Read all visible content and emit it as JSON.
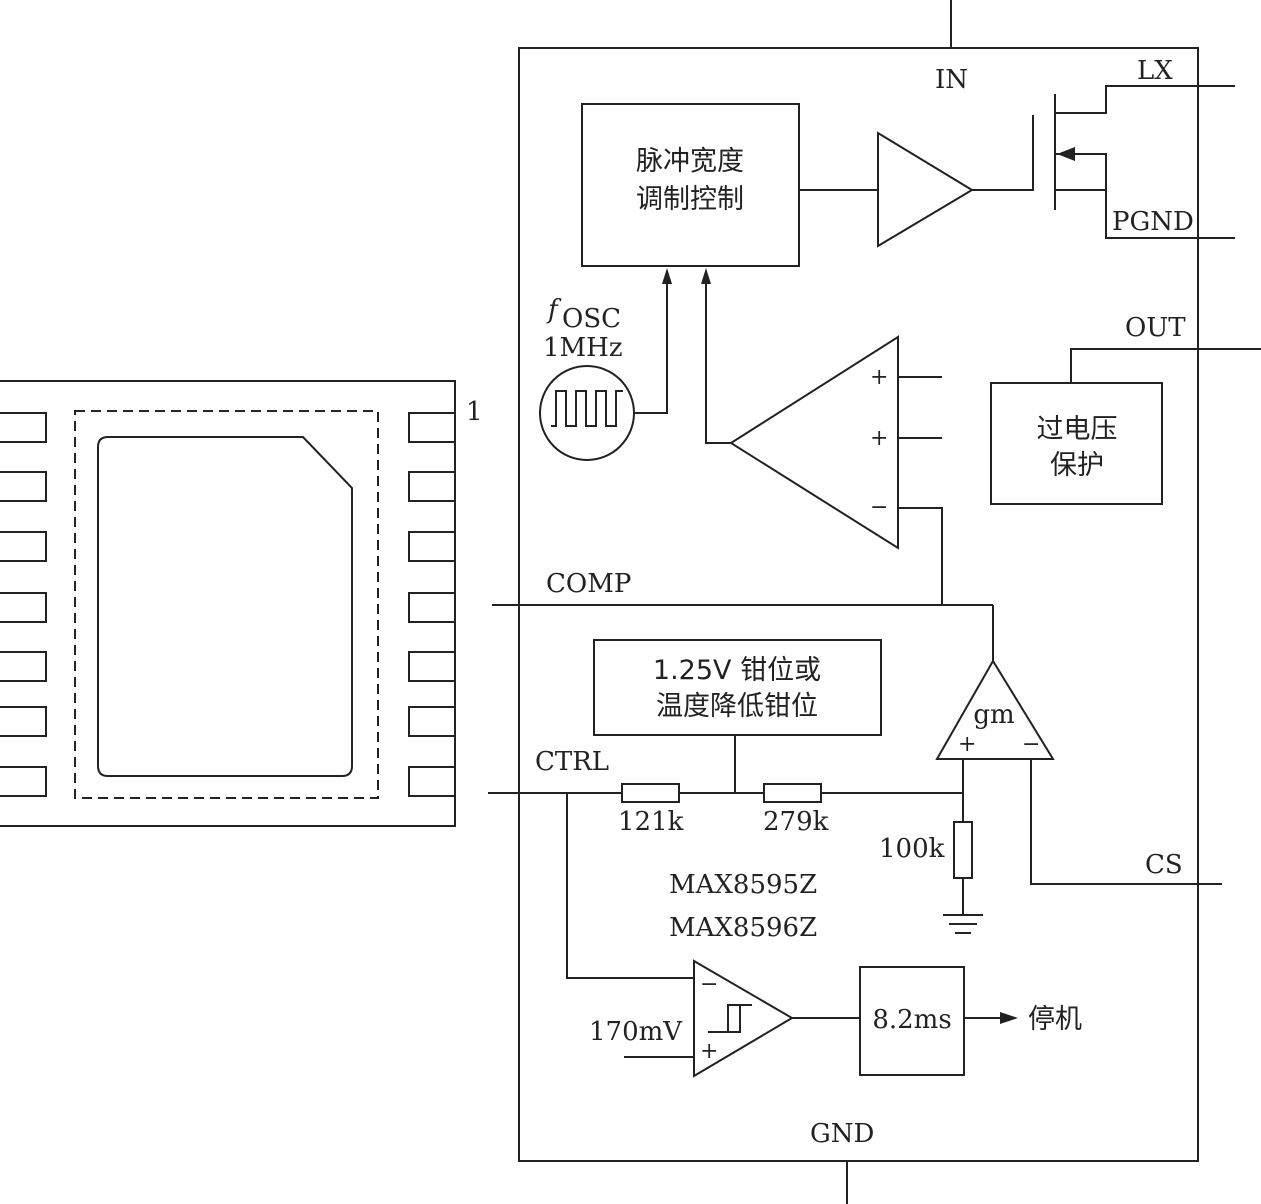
{
  "pins": {
    "in": "IN",
    "lx": "LX",
    "pgnd": "PGND",
    "out": "OUT",
    "comp": "COMP",
    "ctrl": "CTRL",
    "cs": "CS",
    "gnd": "GND",
    "pin1": "1"
  },
  "blocks": {
    "pwm_line1": "脉冲宽度",
    "pwm_line2": "调制控制",
    "ovp_line1": "过电压",
    "ovp_line2": "保护",
    "clamp_line1": "1.25V 钳位或",
    "clamp_line2": "温度降低钳位",
    "timer": "8.2ms",
    "shutdown": "停机"
  },
  "oscillator": {
    "symbol": "f",
    "subscript": "OSC",
    "frequency": "1MHz"
  },
  "amplifiers": {
    "gm": "gm",
    "plus": "+",
    "minus": "−"
  },
  "resistors": {
    "r1": "121k",
    "r2": "279k",
    "r3": "100k"
  },
  "reference": "170mV",
  "parts": {
    "part1": "MAX8595Z",
    "part2": "MAX8596Z"
  }
}
